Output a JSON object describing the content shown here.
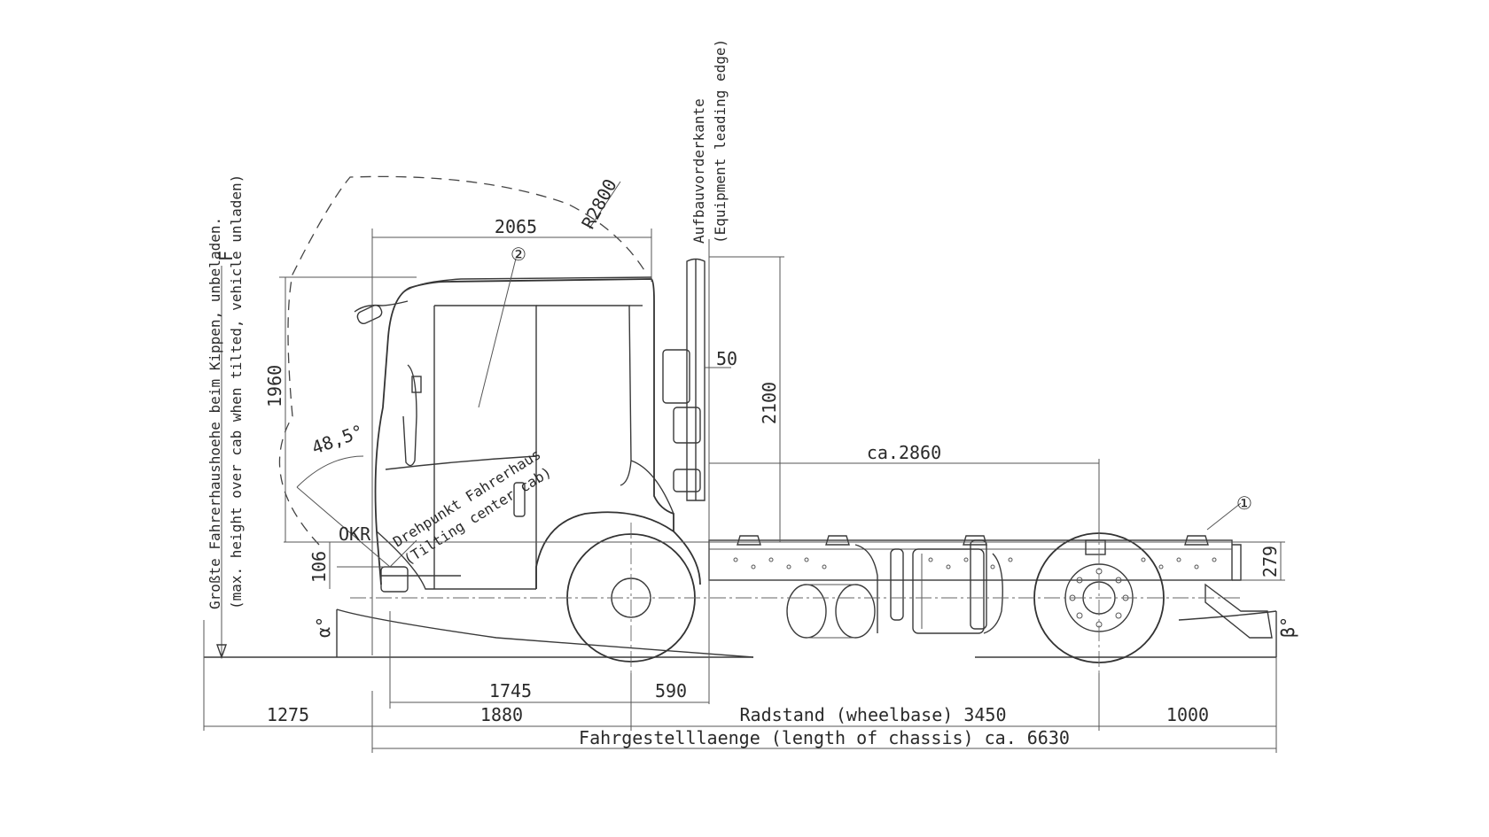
{
  "labels": {
    "cab_length": "2065",
    "cab_radius": "R2800",
    "cab_height": "1960",
    "tilt_angle": "48,5°",
    "front_overhang": "1275",
    "front_axle_to_center": "1880",
    "cab_pivot_dist": "1745",
    "cab_rear_dist": "590",
    "wheelbase": "Radstand (wheelbase) 3450",
    "rear_overhang": "1000",
    "chassis_length": "Fahrgestelllaenge (length of chassis) ca. 6630",
    "frame_length": "ca.2860",
    "equipment_height": "2100",
    "exhaust_offset": "50",
    "frame_height": "279",
    "ground_clearance": "106",
    "okr": "OKR",
    "marker_1": "①",
    "marker_2": "②",
    "marker_f": "F",
    "alpha": "α°",
    "beta": "β°",
    "pivot_de": "Drehpunkt Fahrerhaus",
    "pivot_en": "(Tilting center cab)",
    "equip_edge_de": "Aufbauvorderkante",
    "equip_edge_en": "(Equipment leading edge)",
    "max_height_de": "Großte Fahrerhaushoehe beim Kippen, unbeladen.",
    "max_height_en": "(max. height over cab when tilted, vehicle unladen)"
  }
}
